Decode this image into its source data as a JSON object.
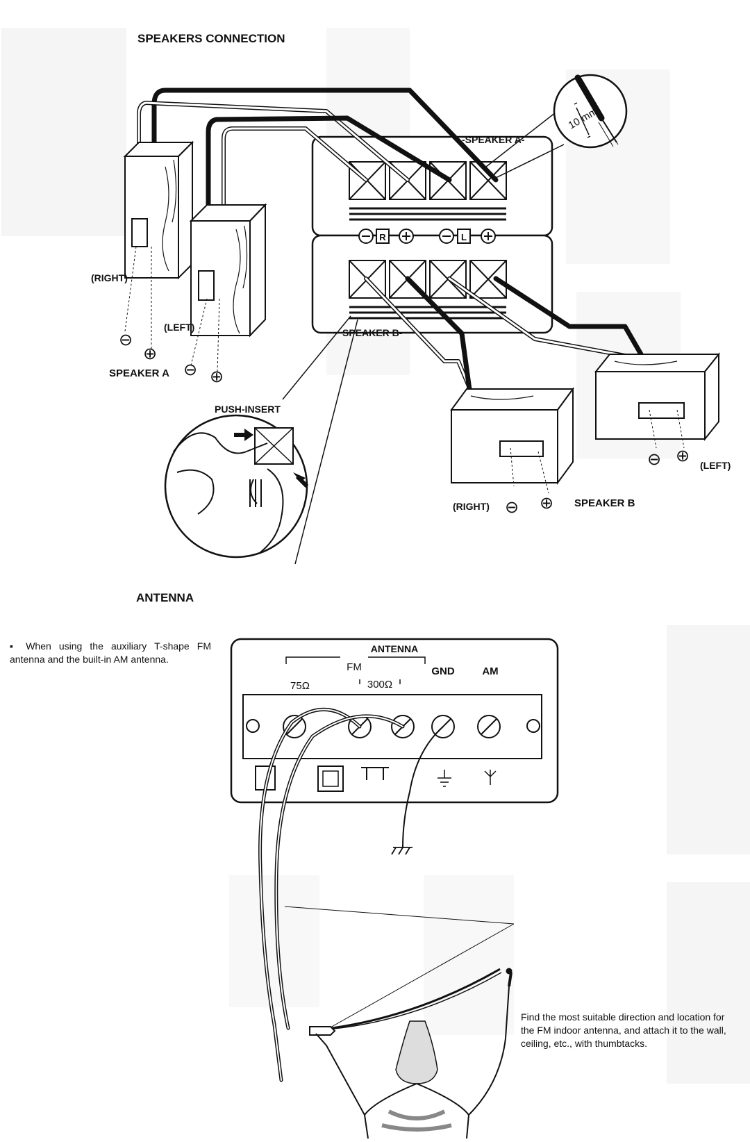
{
  "speakers": {
    "heading": "SPEAKERS CONNECTION",
    "speaker_a_block": "-SPEAKER A-",
    "speaker_b_block": "SPEAKER B-",
    "terminal_r": "R",
    "terminal_l": "L",
    "strip_label": "10 mm",
    "push_insert": "PUSH-INSERT",
    "left_group": {
      "right": "(RIGHT)",
      "left": "(LEFT)",
      "name": "SPEAKER A"
    },
    "right_group": {
      "right": "(RIGHT)",
      "left": "(LEFT)",
      "name": "SPEAKER B"
    },
    "minus": "⊖",
    "plus": "⊕"
  },
  "antenna": {
    "heading": "ANTENNA",
    "panel_title": "ANTENNA",
    "fm": "FM",
    "ohm75": "75Ω",
    "ohm300": "300Ω",
    "gnd": "GND",
    "am": "AM",
    "note_tshape": "▪ When using the auxiliary T-shape FM antenna and the built-in AM antenna.",
    "note_fm": "Find the most suitable direction and location for the FM indoor antenna, and attach it to the wall, ceiling, etc., with thumbtacks."
  },
  "colors": {
    "ink": "#111111",
    "ghost_text": "#c8c8c8",
    "paper": "#ffffff"
  }
}
